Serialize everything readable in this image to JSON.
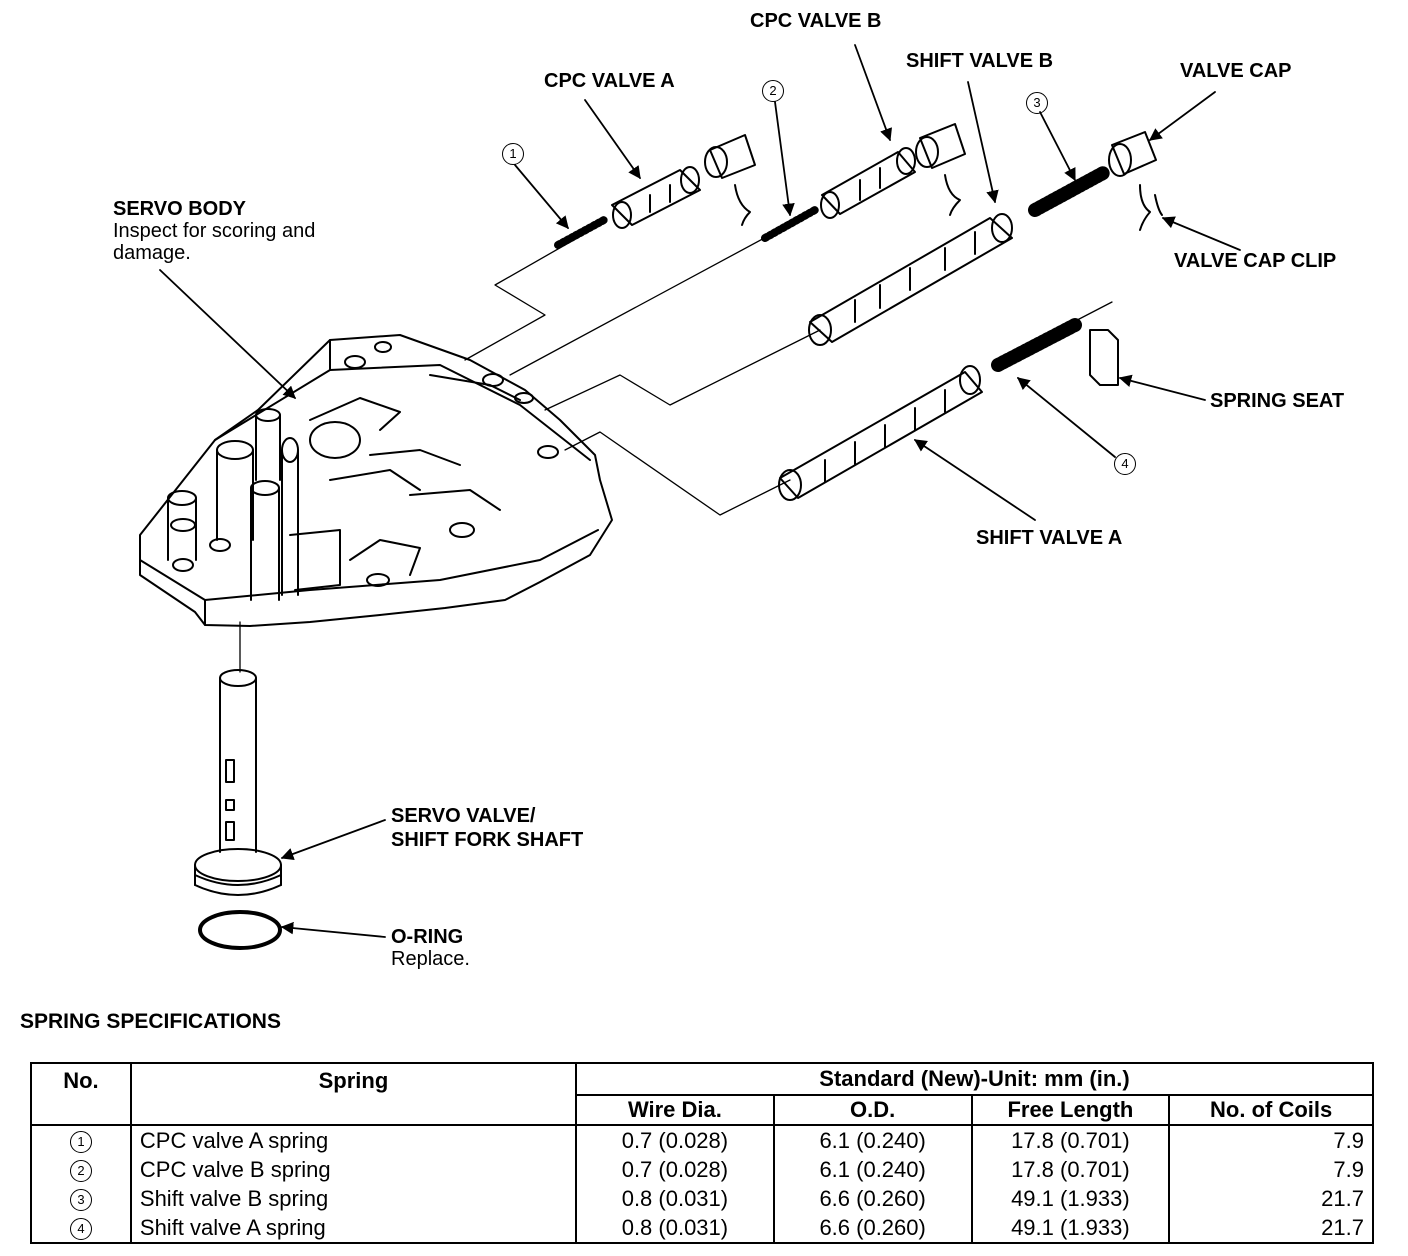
{
  "labels": {
    "cpc_valve_b": "CPC VALVE B",
    "cpc_valve_a": "CPC VALVE A",
    "shift_valve_b": "SHIFT VALVE B",
    "valve_cap": "VALVE CAP",
    "servo_body": "SERVO BODY",
    "servo_body_note_1": "Inspect for scoring and",
    "servo_body_note_2": "damage.",
    "valve_cap_clip": "VALVE CAP CLIP",
    "spring_seat": "SPRING SEAT",
    "shift_valve_a": "SHIFT VALVE A",
    "servo_valve_1": "SERVO VALVE/",
    "servo_valve_2": "SHIFT FORK SHAFT",
    "o_ring": "O-RING",
    "o_ring_note": "Replace.",
    "callout_1": "1",
    "callout_2": "2",
    "callout_3": "3",
    "callout_4": "4"
  },
  "spec": {
    "title": "SPRING SPECIFICATIONS",
    "col_no": "No.",
    "col_spring": "Spring",
    "col_standard": "Standard (New)-Unit: mm (in.)",
    "col_wire": "Wire Dia.",
    "col_od": "O.D.",
    "col_free": "Free Length",
    "col_coils": "No. of Coils",
    "rows": [
      {
        "no": "1",
        "spring": "CPC valve A spring",
        "wire": "0.7 (0.028)",
        "od": "6.1 (0.240)",
        "free": "17.8 (0.701)",
        "coils": "7.9"
      },
      {
        "no": "2",
        "spring": "CPC valve B spring",
        "wire": "0.7 (0.028)",
        "od": "6.1 (0.240)",
        "free": "17.8 (0.701)",
        "coils": "7.9"
      },
      {
        "no": "3",
        "spring": "Shift valve B spring",
        "wire": "0.8 (0.031)",
        "od": "6.6 (0.260)",
        "free": "49.1 (1.933)",
        "coils": "21.7"
      },
      {
        "no": "4",
        "spring": "Shift valve A spring",
        "wire": "0.8 (0.031)",
        "od": "6.6 (0.260)",
        "free": "49.1 (1.933)",
        "coils": "21.7"
      }
    ]
  }
}
